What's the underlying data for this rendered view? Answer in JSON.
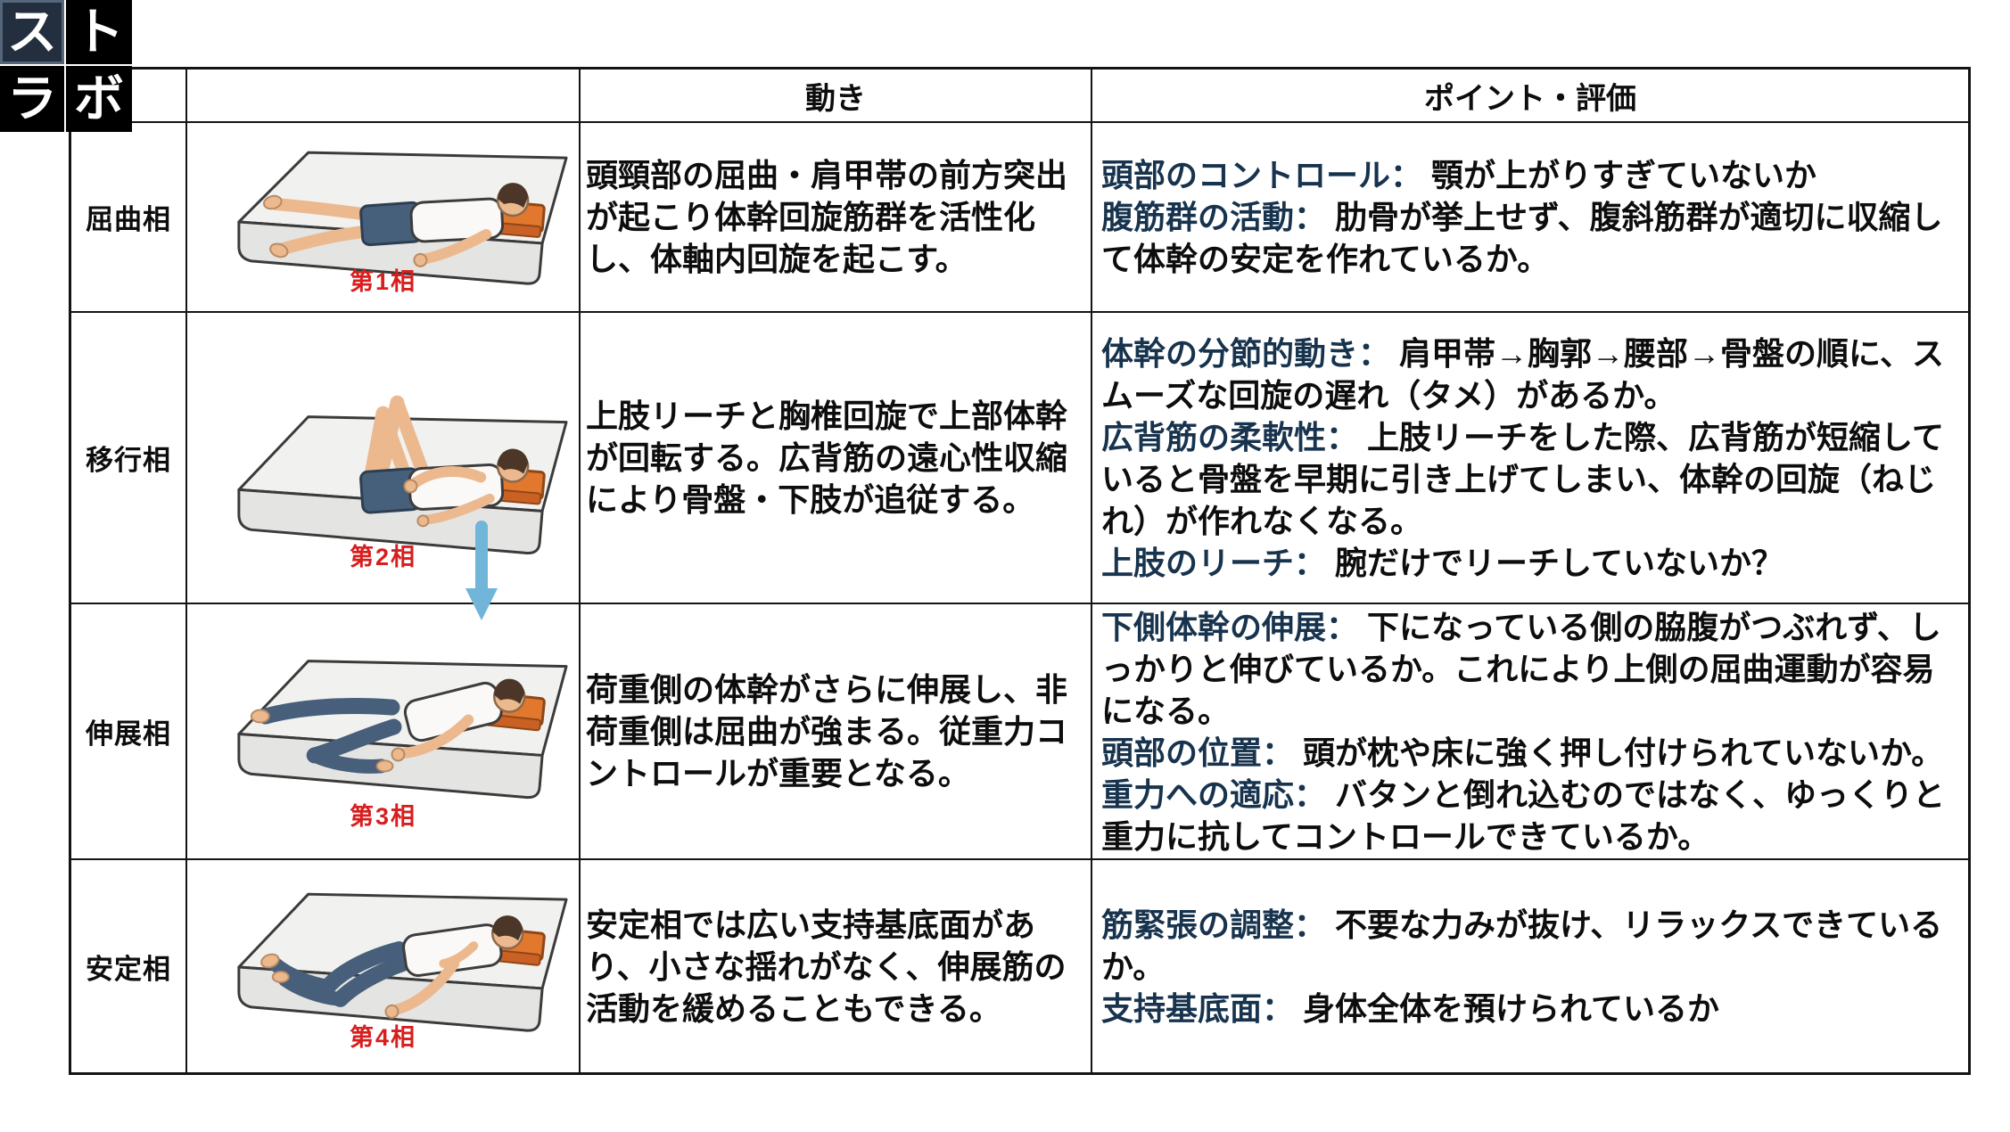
{
  "logo": {
    "tiles": [
      {
        "char": "ス"
      },
      {
        "char": "ト"
      },
      {
        "char": "ラ"
      },
      {
        "char": "ボ"
      }
    ]
  },
  "table": {
    "headers": {
      "movement": "動き",
      "points": "ポイント・評価"
    },
    "rows": [
      {
        "phase": "屈曲相",
        "caption": "第1相",
        "movement": "頭頸部の屈曲・肩甲帯の前方突出が起こり体幹回旋筋群を活性化し、体軸内回旋を起こす。",
        "points": [
          {
            "label": "頭部のコントロール：",
            "text": " 顎が上がりすぎていないか"
          },
          {
            "label": "腹筋群の活動：",
            "text": " 肋骨が挙上せず、腹斜筋群が適切に収縮して体幹の安定を作れているか。"
          }
        ]
      },
      {
        "phase": "移行相",
        "caption": "第2相",
        "movement": "上肢リーチと胸椎回旋で上部体幹が回転する。広背筋の遠心性収縮により骨盤・下肢が追従する。",
        "points": [
          {
            "label": "体幹の分節的動き：",
            "text": " 肩甲帯→胸郭→腰部→骨盤の順に、スムーズな回旋の遅れ（タメ）があるか。"
          },
          {
            "label": "広背筋の柔軟性：",
            "text": " 上肢リーチをした際、広背筋が短縮していると骨盤を早期に引き上げてしまい、体幹の回旋（ねじれ）が作れなくなる。"
          },
          {
            "label": "上肢のリーチ：",
            "text": " 腕だけでリーチしていないか？"
          }
        ]
      },
      {
        "phase": "伸展相",
        "caption": "第3相",
        "movement": "荷重側の体幹がさらに伸展し、非荷重側は屈曲が強まる。従重力コントロールが重要となる。",
        "points": [
          {
            "label": "下側体幹の伸展：",
            "text": " 下になっている側の脇腹がつぶれず、しっかりと伸びているか。これにより上側の屈曲運動が容易になる。"
          },
          {
            "label": "頭部の位置：",
            "text": " 頭が枕や床に強く押し付けられていないか。"
          },
          {
            "label": "重力への適応：",
            "text": " バタンと倒れ込むのではなく、ゆっくりと重力に抗してコントロールできているか。"
          }
        ]
      },
      {
        "phase": "安定相",
        "caption": "第4相",
        "movement": "安定相では広い支持基底面があり、小さな揺れがなく、伸展筋の活動を緩めることもできる。",
        "points": [
          {
            "label": "筋緊張の調整：",
            "text": " 不要な力みが抜け、リラックスできているか。"
          },
          {
            "label": "支持基底面：",
            "text": " 身体全体を預けられているか"
          }
        ]
      }
    ]
  },
  "colors": {
    "point_label": "#17334d",
    "body_text": "#0d0d0d",
    "caption_red": "#d81e1e",
    "logo_navy": "#232e3e",
    "pillow_orange": "#e2772e",
    "pants_navy": "#475f7a",
    "arrow_blue": "#71b5d9"
  }
}
